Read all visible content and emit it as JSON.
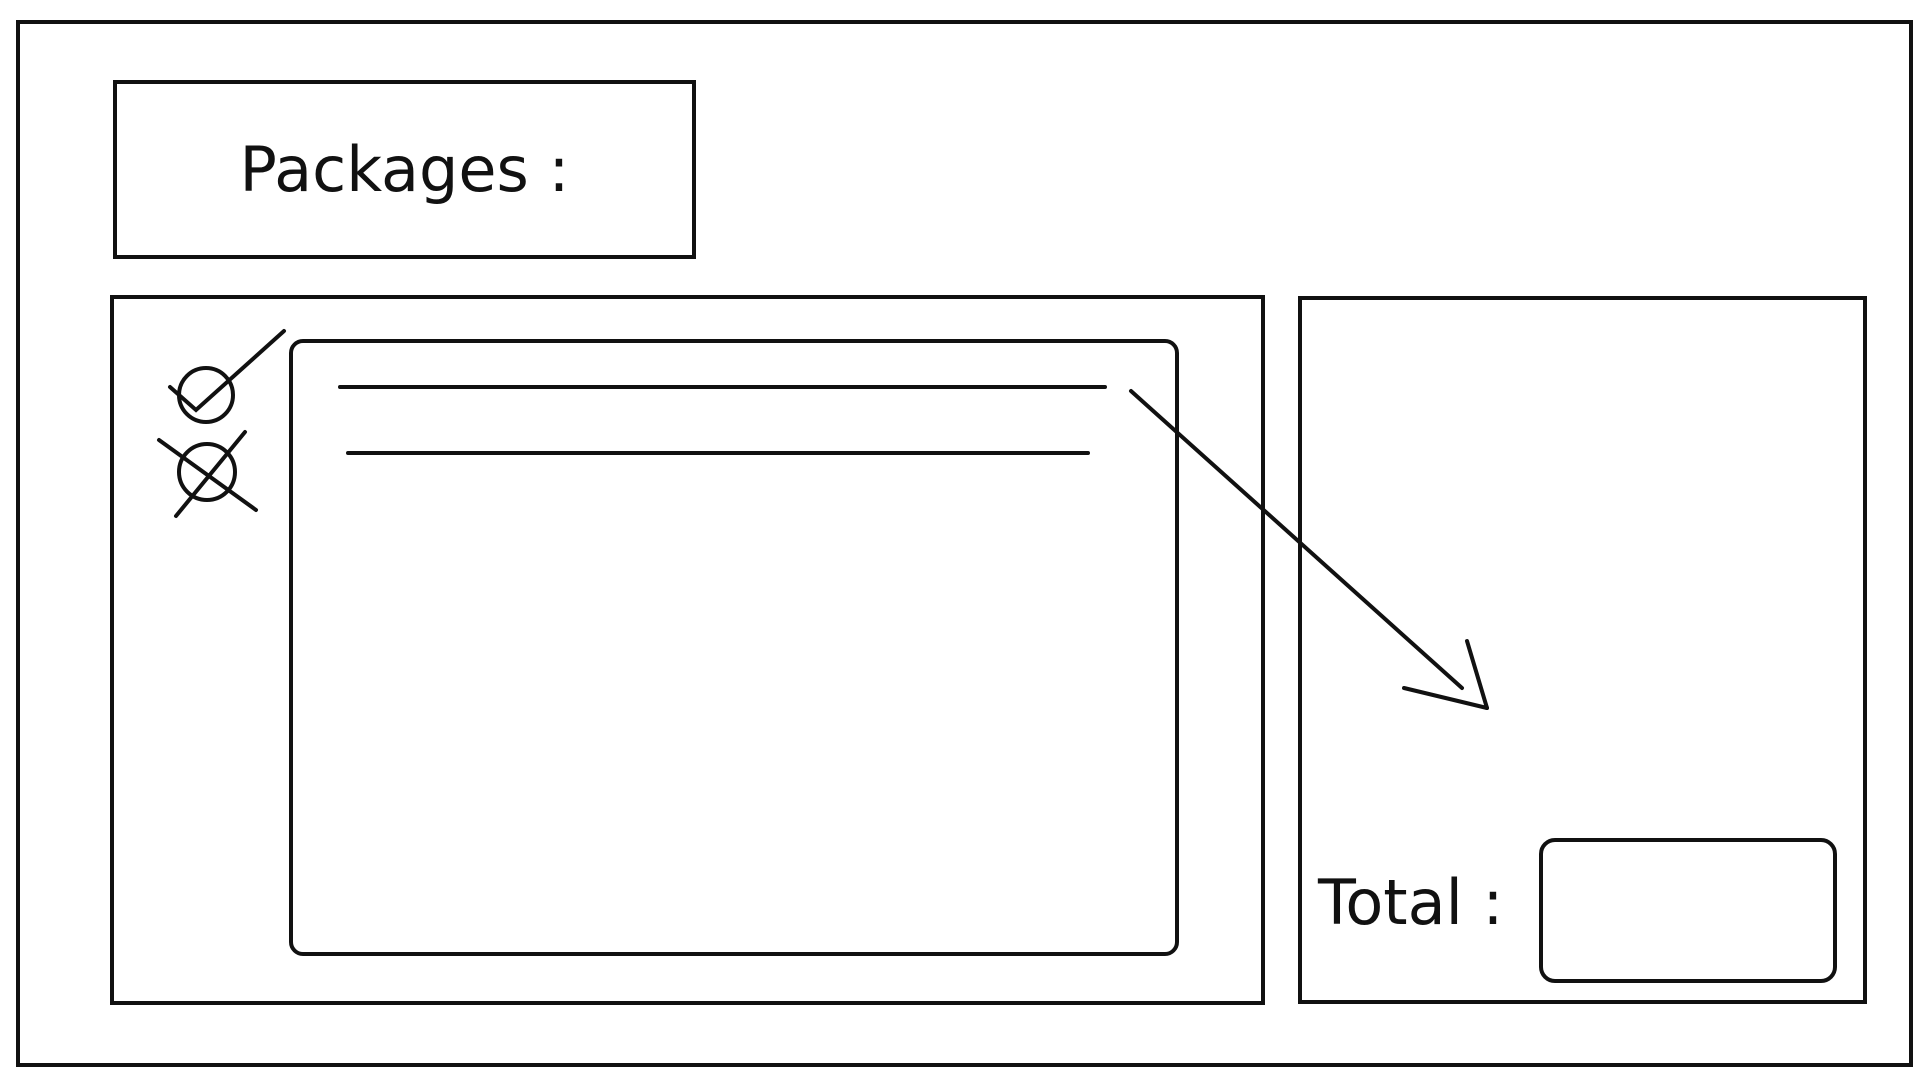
{
  "header": {
    "title": "Packages :"
  },
  "package_list": {
    "items": [
      {
        "status": "selected",
        "status_icon": "check-circle-icon"
      },
      {
        "status": "deselected",
        "status_icon": "cross-circle-icon"
      }
    ]
  },
  "summary": {
    "total_label": "Total :",
    "total_value": ""
  },
  "colors": {
    "ink": "#111111",
    "background": "#ffffff"
  }
}
